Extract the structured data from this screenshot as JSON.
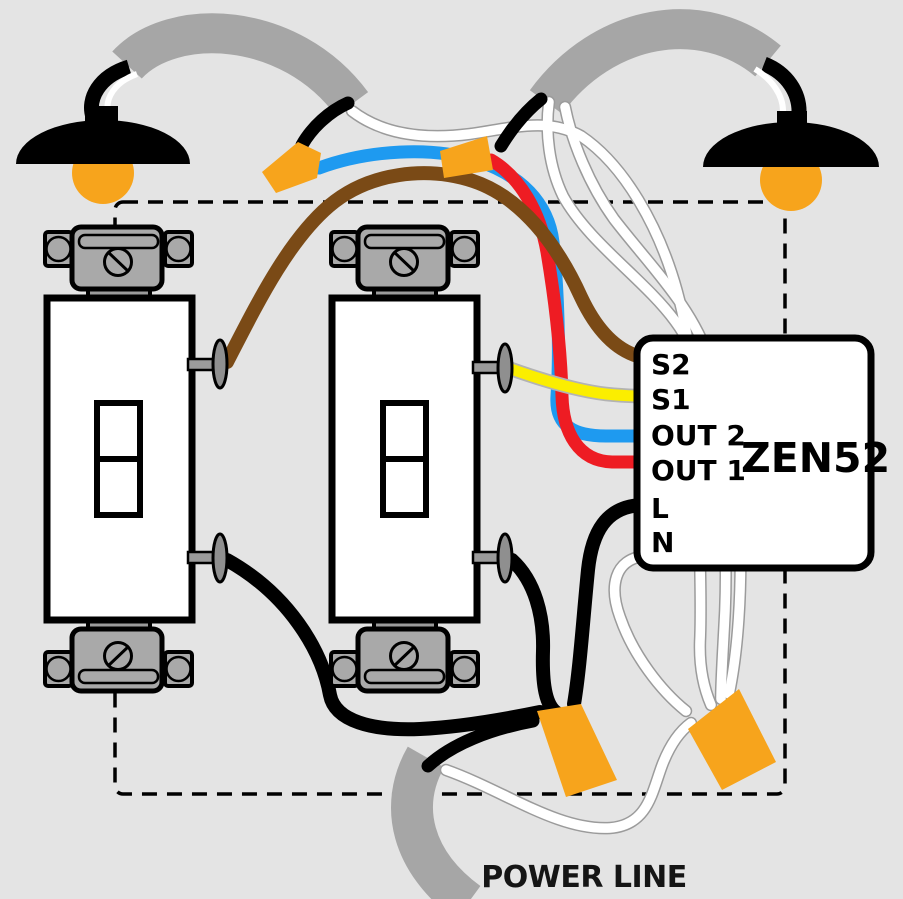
{
  "module": {
    "name": "ZEN52",
    "terminals": [
      "S2",
      "S1",
      "OUT 2",
      "OUT 1",
      "L",
      "N"
    ]
  },
  "caption": {
    "power_line": "POWER LINE"
  },
  "colors": {
    "background": "#E4E4E4",
    "black": "#000000",
    "white": "#FFFFFF",
    "red": "#EE1C23",
    "blue": "#1E9AF0",
    "yellow": "#FBEE00",
    "brown": "#7A4A16",
    "orange": "#F7A41C",
    "conduit_gray": "#A6A6A6",
    "device_gray": "#A9A9A9"
  }
}
